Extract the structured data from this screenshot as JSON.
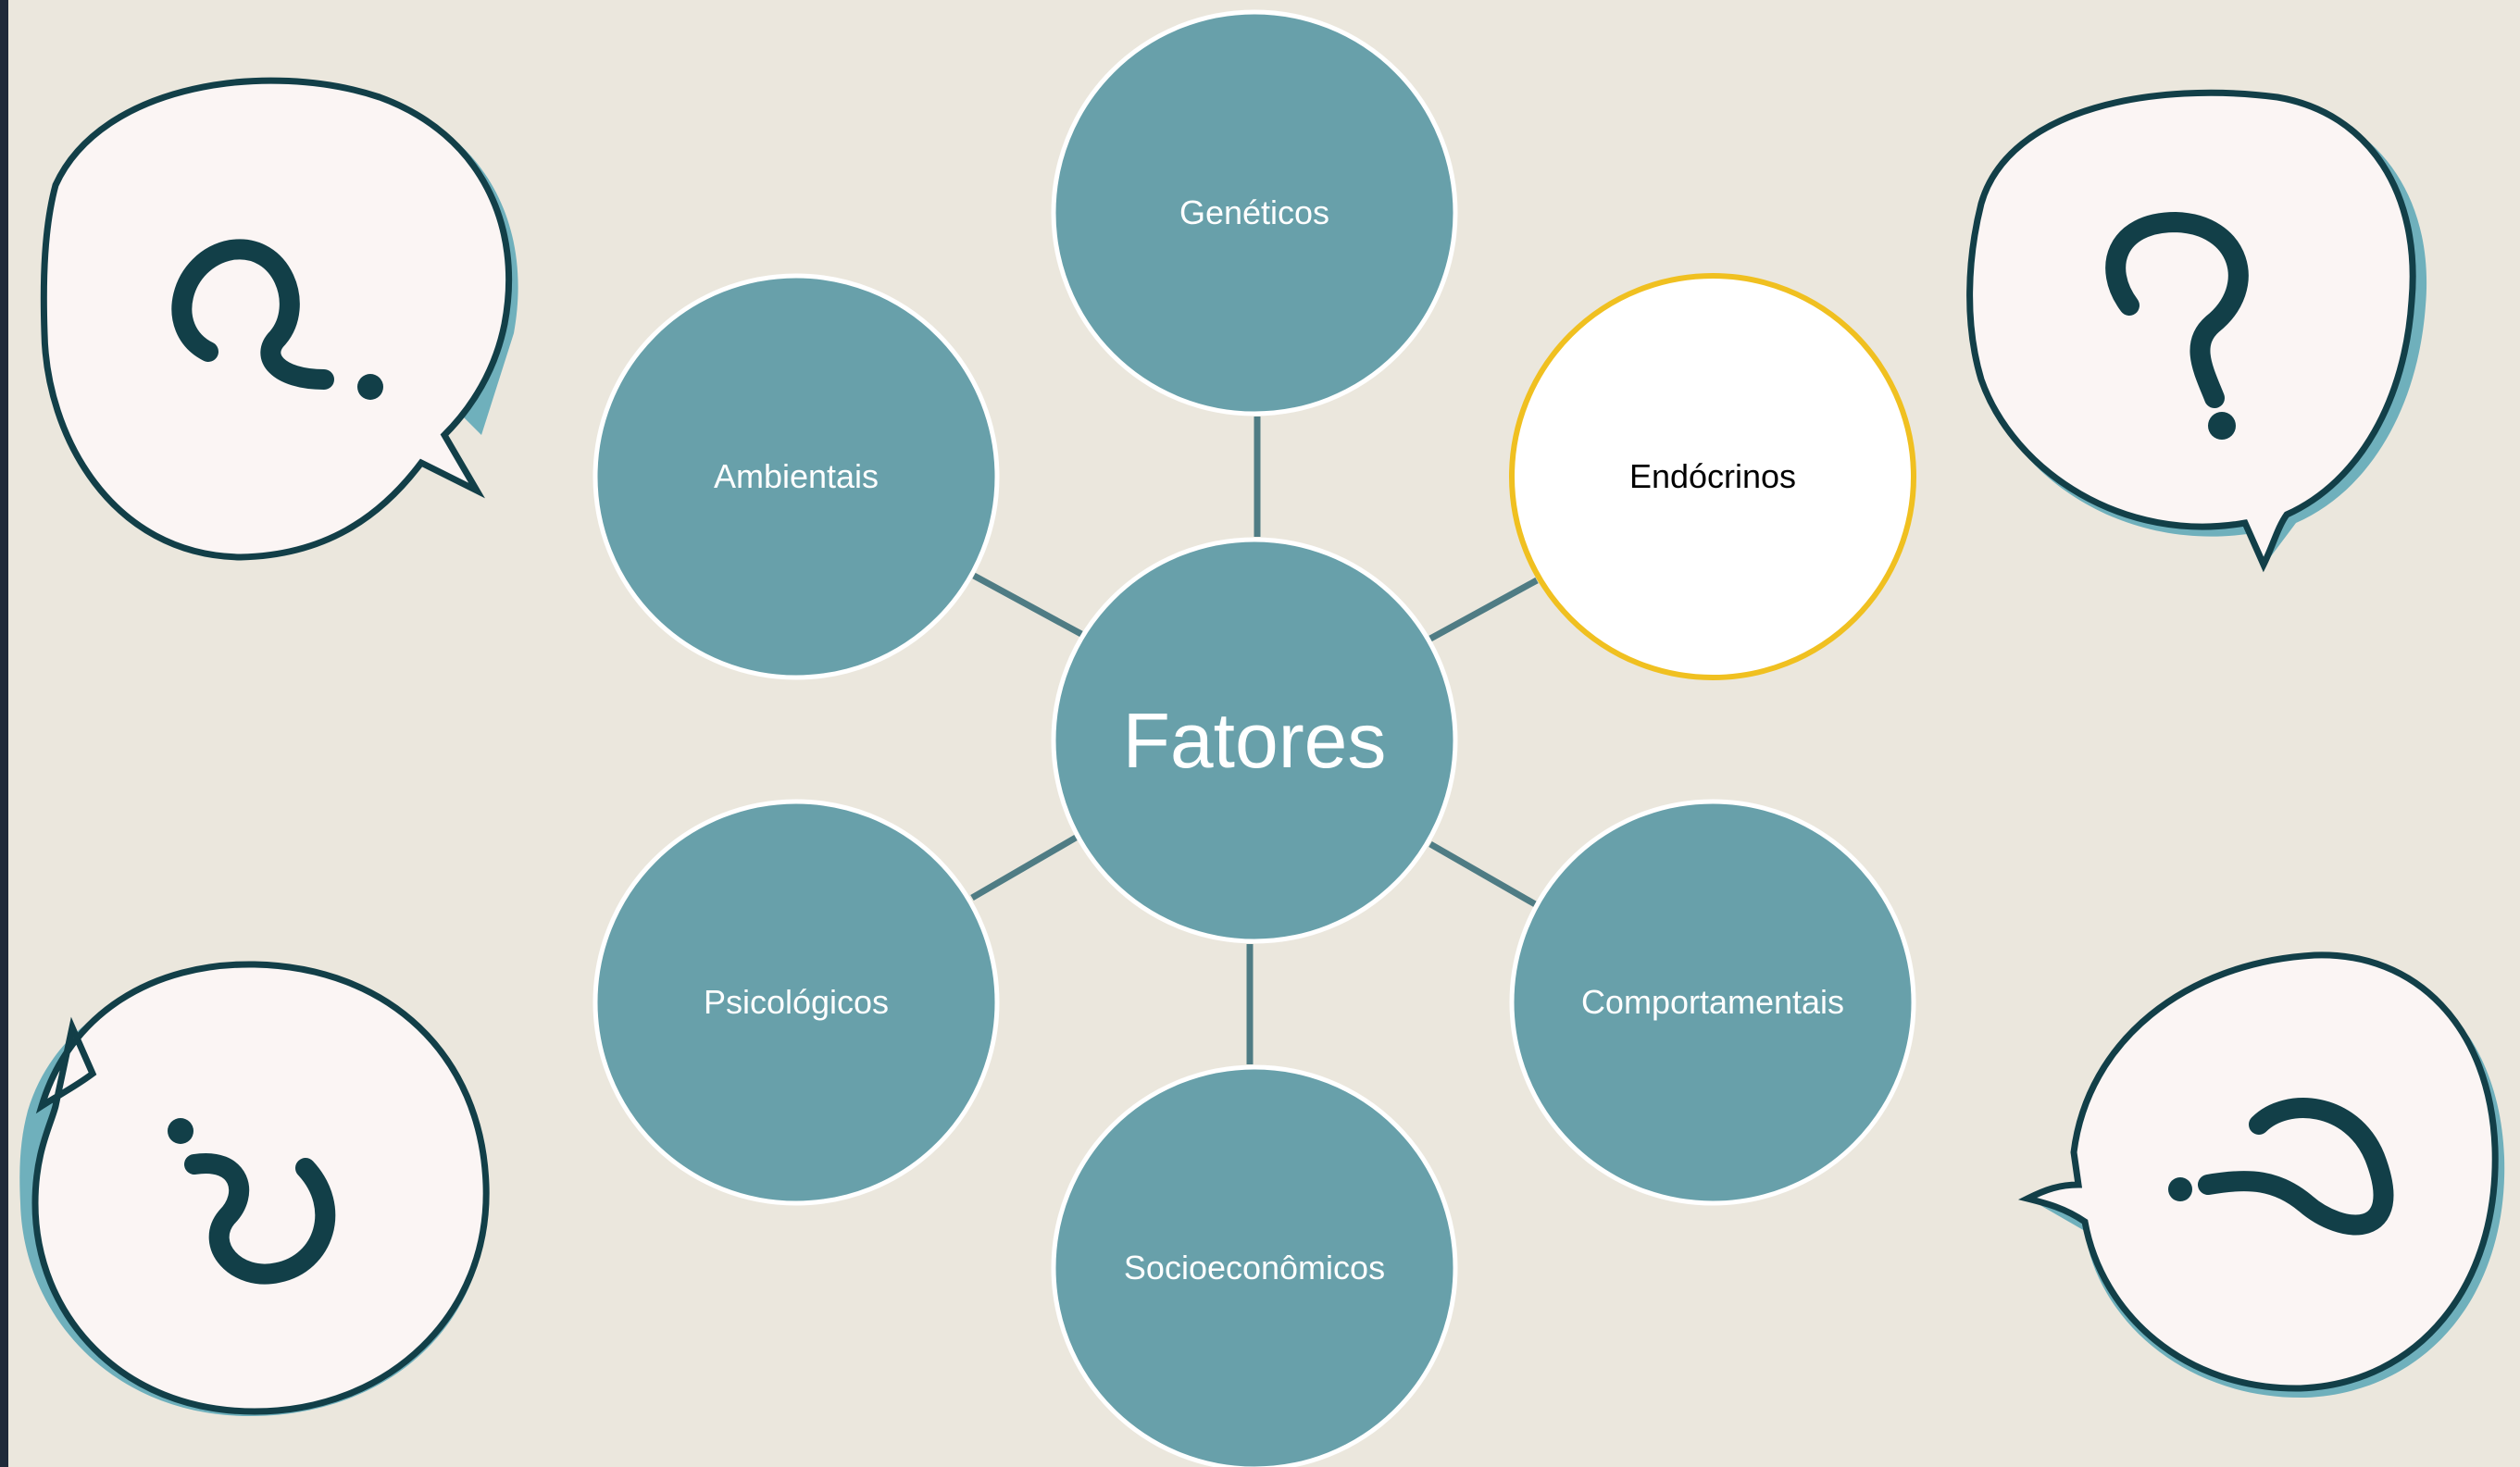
{
  "diagram": {
    "center": {
      "label": "Fatores"
    },
    "nodes": [
      {
        "id": "geneticos",
        "label": "Genéticos",
        "highlighted": false
      },
      {
        "id": "endocrinos",
        "label": "Endócrinos",
        "highlighted": true
      },
      {
        "id": "comportamentais",
        "label": "Comportamentais",
        "highlighted": false
      },
      {
        "id": "socioeconomicos",
        "label": "Socioeconômicos",
        "highlighted": false
      },
      {
        "id": "psicologicos",
        "label": "Psicológicos",
        "highlighted": false
      },
      {
        "id": "ambientais",
        "label": "Ambientais",
        "highlighted": false
      }
    ]
  },
  "decorations": {
    "speech_bubbles": [
      {
        "id": "top-left",
        "glyph": "?"
      },
      {
        "id": "top-right",
        "glyph": "?"
      },
      {
        "id": "bottom-left",
        "glyph": "¿"
      },
      {
        "id": "bottom-right",
        "glyph": "?"
      }
    ]
  },
  "colors": {
    "background": "#ebe7dd",
    "node_fill": "#68a0aa",
    "node_stroke": "#ffffff",
    "highlight_fill": "#ffffff",
    "highlight_stroke": "#f0c020",
    "connector": "#4f7c84",
    "bubble_fill": "#fbf5f4",
    "bubble_outline": "#123f48",
    "bubble_shadow": "#6fb0bc",
    "left_bar": "#1f2a3a"
  }
}
